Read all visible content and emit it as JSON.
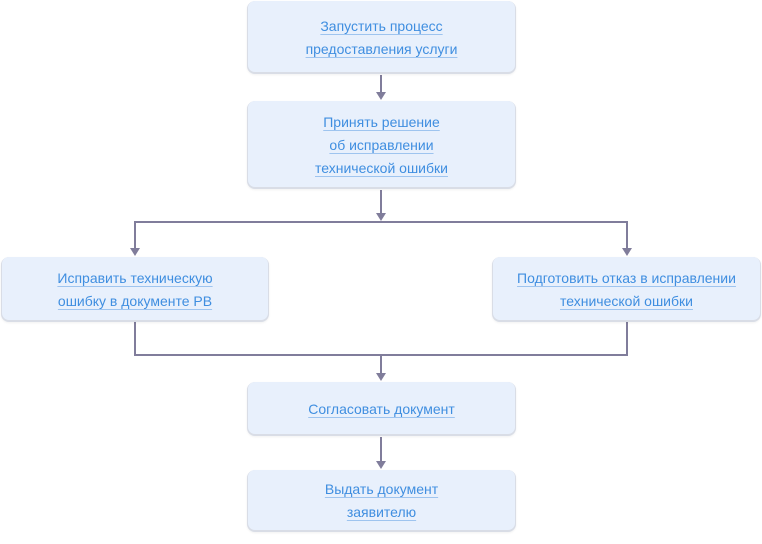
{
  "diagram": {
    "type": "flowchart",
    "colors": {
      "box_fill": "#e8f0fc",
      "link_text": "#3f8ee0",
      "connector": "#807d9b"
    },
    "nodes": [
      {
        "id": "start",
        "lines": [
          "Запустить процесс",
          "предоставления услуги"
        ]
      },
      {
        "id": "decide",
        "lines": [
          "Принять решение",
          "об исправлении",
          "технической ошибки"
        ]
      },
      {
        "id": "fix",
        "lines": [
          "Исправить техническую",
          "ошибку в документе РВ"
        ]
      },
      {
        "id": "refuse",
        "lines": [
          "Подготовить отказ в исправлении",
          "технической ошибки"
        ]
      },
      {
        "id": "approve",
        "lines": [
          "Согласовать документ"
        ]
      },
      {
        "id": "issue",
        "lines": [
          "Выдать документ",
          "заявителю"
        ]
      }
    ],
    "edges": [
      {
        "from": "start",
        "to": "decide"
      },
      {
        "from": "decide",
        "to": "fix"
      },
      {
        "from": "decide",
        "to": "refuse"
      },
      {
        "from": "fix",
        "to": "approve"
      },
      {
        "from": "refuse",
        "to": "approve"
      },
      {
        "from": "approve",
        "to": "issue"
      }
    ]
  }
}
